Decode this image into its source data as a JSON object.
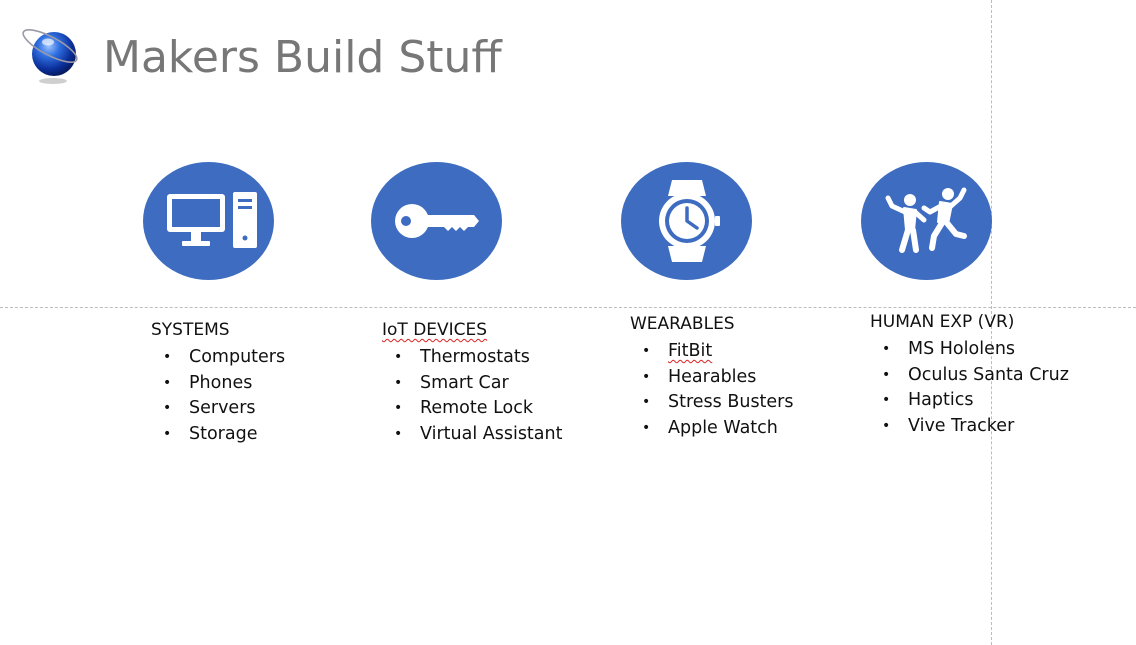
{
  "slide": {
    "title": "Makers Build Stuff",
    "accent_color": "#3d6cc0",
    "title_color": "#777777",
    "categories": [
      {
        "icon": "desktop-computer-icon",
        "heading": "SYSTEMS",
        "items": [
          "Computers",
          "Phones",
          "Servers",
          "Storage"
        ]
      },
      {
        "icon": "key-icon",
        "heading": "IoT DEVICES",
        "items": [
          "Thermostats",
          "Smart Car",
          "Remote Lock",
          "Virtual Assistant"
        ]
      },
      {
        "icon": "smartwatch-icon",
        "heading": "WEARABLES",
        "items": [
          "FitBit",
          "Hearables",
          "Stress Busters",
          "Apple Watch"
        ]
      },
      {
        "icon": "people-dancing-icon",
        "heading": "HUMAN EXP (VR)",
        "items": [
          "MS Hololens",
          "Oculus Santa Cruz",
          "Haptics",
          "Vive Tracker"
        ]
      }
    ],
    "bullet": "•"
  }
}
